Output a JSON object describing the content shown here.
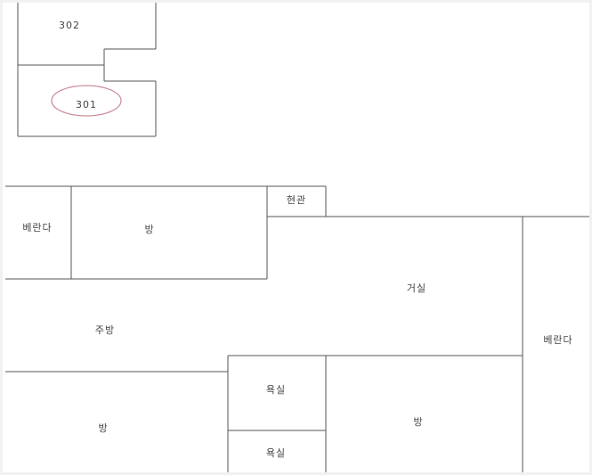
{
  "floorplan": {
    "units": {
      "unit_302": "302",
      "unit_301": "301"
    },
    "rooms": {
      "balcony_left": "베란다",
      "room_top": "방",
      "entrance": "현관",
      "living_room": "거실",
      "kitchen": "주방",
      "balcony_right": "베란다",
      "bathroom_1": "욕실",
      "bathroom_2": "욕실",
      "room_bottom_left": "방",
      "room_bottom_right": "방"
    },
    "highlight": {
      "unit": "301",
      "color": "#c98a96"
    },
    "colors": {
      "wall": "#555555",
      "background": "#ffffff",
      "frame": "#f1f1f1"
    }
  }
}
